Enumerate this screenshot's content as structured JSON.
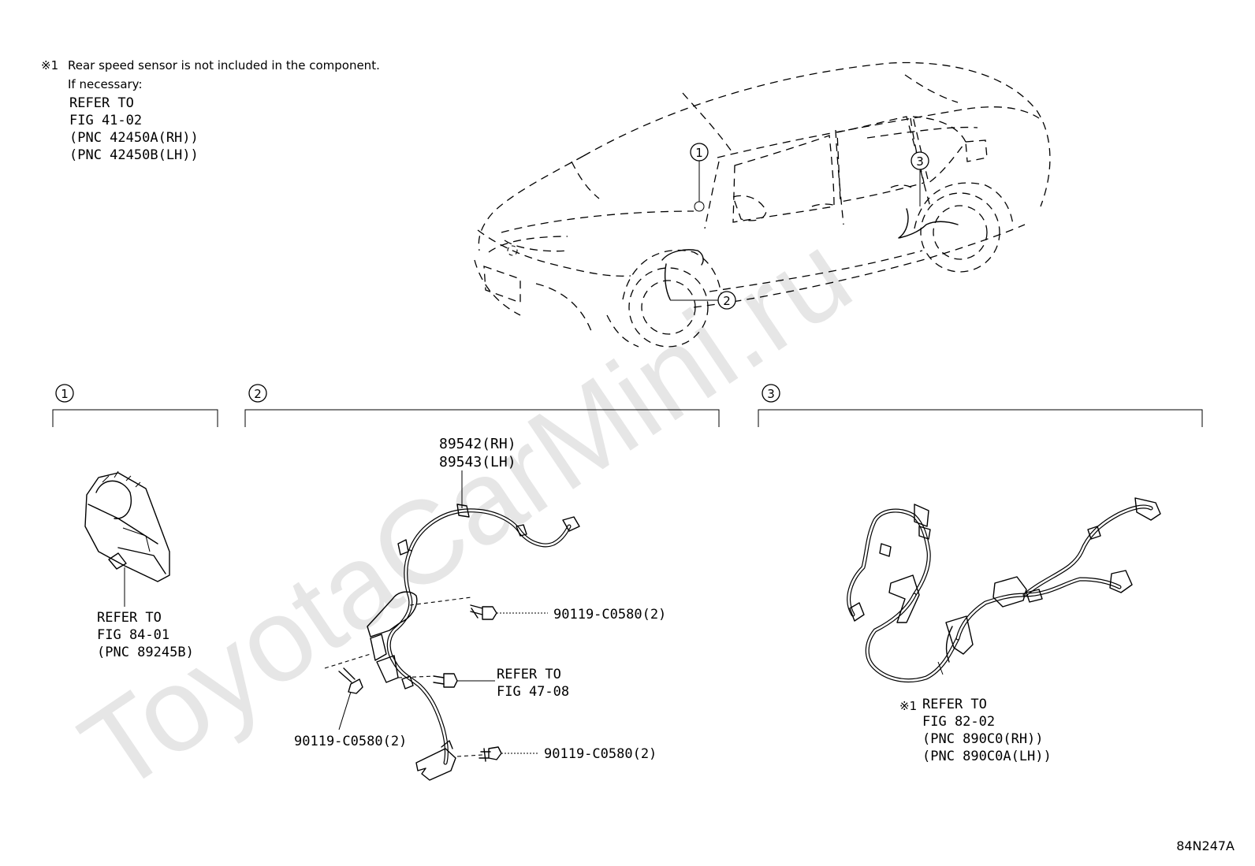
{
  "watermark": "ToyotaCarMini.ru",
  "note": {
    "mark": "※1",
    "line1": "Rear speed sensor is not included in the component.",
    "line2": "If necessary:",
    "refer": [
      "REFER TO",
      "FIG 41-02",
      "(PNC 42450A(RH))",
      "(PNC 42450B(LH))"
    ]
  },
  "callouts": {
    "c1": "1",
    "c2": "2",
    "c3": "3"
  },
  "section1": {
    "number": "1",
    "refer": [
      "REFER TO",
      "FIG 84-01",
      "(PNC 89245B)"
    ]
  },
  "section2": {
    "number": "2",
    "part_rh": "89542(RH)",
    "part_lh": "89543(LH)",
    "bolt_top": "90119-C0580(2)",
    "refer": [
      "REFER TO",
      "FIG 47-08"
    ],
    "bolt_left": "90119-C0580(2)",
    "bolt_bottom": "90119-C0580(2)"
  },
  "section3": {
    "number": "3",
    "mark": "※1",
    "refer": [
      "REFER TO",
      "FIG 82-02",
      "(PNC 890C0(RH))",
      "(PNC 890C0A(LH))"
    ]
  },
  "code": "84N247A"
}
